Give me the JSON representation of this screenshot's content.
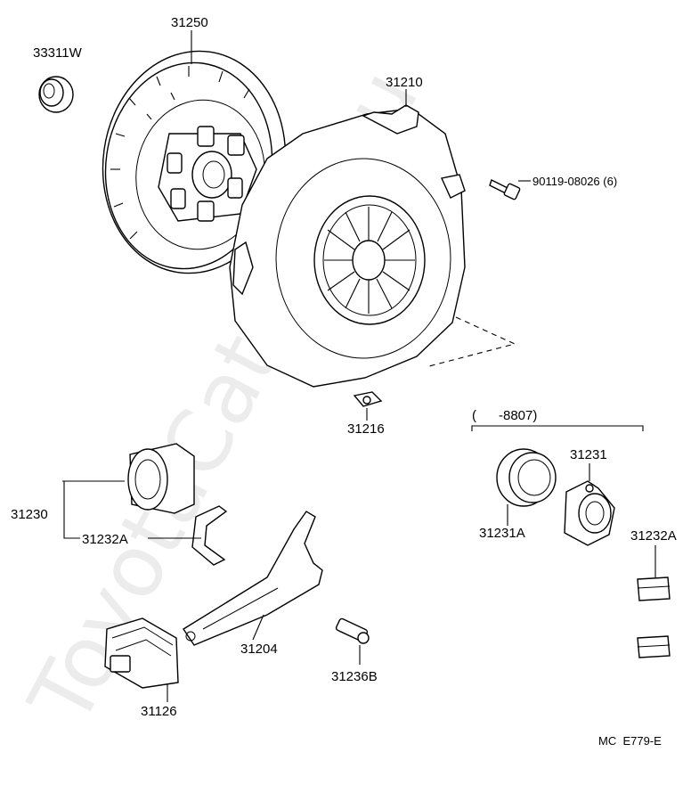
{
  "watermark": "ToyotaCatalog.ru",
  "labels": {
    "p33311w": "33311W",
    "p31250": "31250",
    "p31210": "31210",
    "bolt": "90119-08026 (6)",
    "p31216": "31216",
    "range": "(      -8807)",
    "p31231": "31231",
    "p31230": "31230",
    "p31232a_left": "31232A",
    "p31231a": "31231A",
    "p31232a_right": "31232A",
    "p31204": "31204",
    "p31236b": "31236B",
    "p31126": "31126",
    "code": "MC  E779-E"
  }
}
